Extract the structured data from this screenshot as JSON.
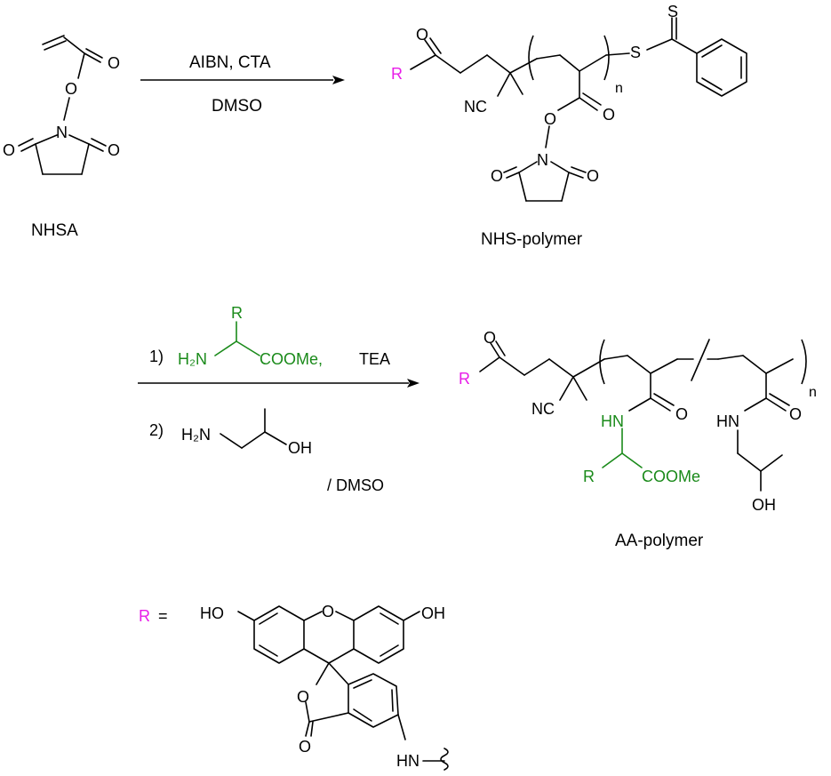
{
  "reaction1": {
    "reagents_above": "AIBN, CTA",
    "reagents_below": "DMSO"
  },
  "reaction2": {
    "step1_prefix": "1)",
    "step1_reagent_R": "R",
    "step1_reagent_amine": "H₂N",
    "step1_reagent_ester": "COOMe,",
    "step1_base": "TEA",
    "step2_prefix": "2)",
    "step2_amine": "H₂N",
    "step2_hydroxyl": "OH",
    "solvent": "/ DMSO"
  },
  "compounds": {
    "nhsa": {
      "name": "NHSA",
      "atoms": {
        "o_carbonyl": "O",
        "o_ester": "O",
        "n": "N",
        "o_left": "O",
        "o_right": "O"
      }
    },
    "nhs_polymer": {
      "name": "NHS-polymer",
      "atoms": {
        "r": "R",
        "o_ketone": "O",
        "nc": "NC",
        "s_thio": "S",
        "s_thione": "S",
        "o_ester": "O",
        "o_carbonyl": "O",
        "n": "N",
        "o_left": "O",
        "o_right": "O",
        "subscript": "n"
      }
    },
    "aa_polymer": {
      "name": "AA-polymer",
      "atoms": {
        "r": "R",
        "o_ketone": "O",
        "nc": "NC",
        "hn_left": "HN",
        "o_left": "O",
        "r_side": "R",
        "cooме": "COOMe",
        "hn_right": "HN",
        "o_right": "O",
        "oh": "OH",
        "subscript": "n"
      }
    },
    "r_group": {
      "label": "R",
      "equals": "=",
      "atoms": {
        "ho_left": "HO",
        "o_xanthene": "O",
        "oh_right": "OH",
        "o_lactone": "O",
        "o_carbonyl": "O",
        "hn": "HN"
      }
    }
  },
  "colors": {
    "text": "#000000",
    "r_group_highlight": "#e81ce8",
    "amino_acid_highlight": "#1a8a1a",
    "background": "#ffffff"
  }
}
